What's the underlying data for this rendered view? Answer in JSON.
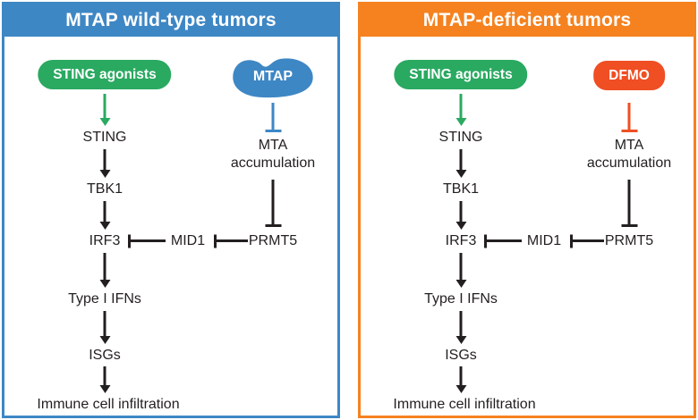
{
  "figure": {
    "background": "#ffffff",
    "text_color": "#231f20"
  },
  "panels": [
    {
      "title": "MTAP wild-type tumors",
      "accent_color": "#3e87c5",
      "agonist": {
        "label": "STING agonists",
        "color": "#2aa961"
      },
      "inhibitor": {
        "label": "MTAP",
        "color": "#3e87c5",
        "shape": "blob"
      },
      "agonist_arrow_color": "#2aa961",
      "inhibitor_arrow_color": "#3e87c5",
      "nodes": {
        "sting": "STING",
        "tbk1": "TBK1",
        "irf3": "IRF3",
        "mid1": "MID1",
        "prmt5": "PRMT5",
        "mta": "MTA accumulation",
        "type_i_ifns": "Type I IFNs",
        "isgs": "ISGs",
        "immune": "Immune cell infiltration"
      }
    },
    {
      "title": "MTAP-deficient tumors",
      "accent_color": "#f5821f",
      "agonist": {
        "label": "STING agonists",
        "color": "#2aa961"
      },
      "inhibitor": {
        "label": "DFMO",
        "color": "#f04e23",
        "shape": "pill"
      },
      "agonist_arrow_color": "#2aa961",
      "inhibitor_arrow_color": "#f04e23",
      "nodes": {
        "sting": "STING",
        "tbk1": "TBK1",
        "irf3": "IRF3",
        "mid1": "MID1",
        "prmt5": "PRMT5",
        "mta": "MTA accumulation",
        "type_i_ifns": "Type I IFNs",
        "isgs": "ISGs",
        "immune": "Immune cell infiltration"
      }
    }
  ]
}
